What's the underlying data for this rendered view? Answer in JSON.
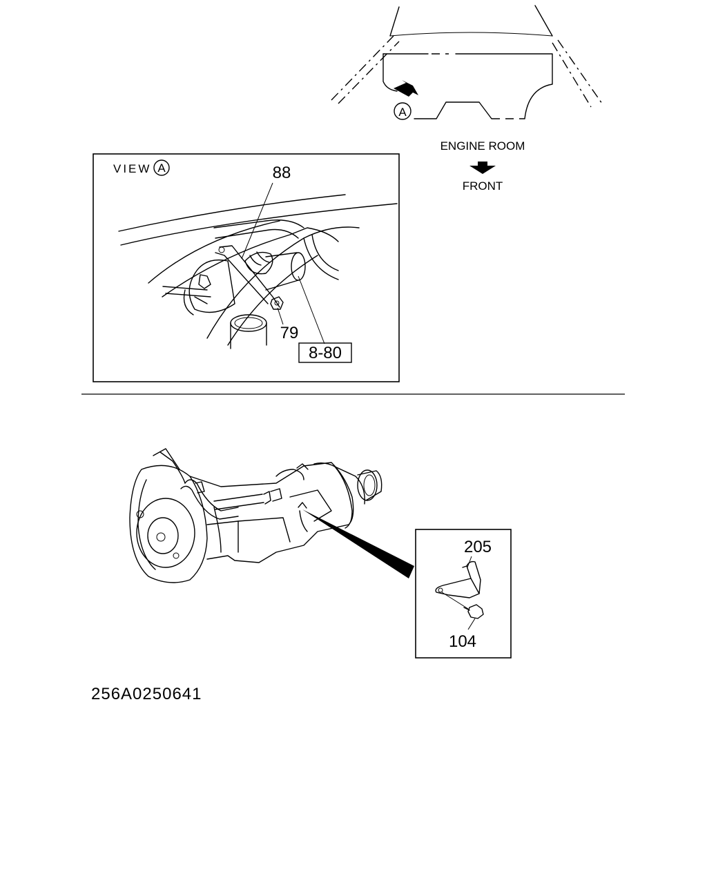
{
  "vehicle_view": {
    "view_marker": "A",
    "engine_room_label": "ENGINE ROOM",
    "front_label": "FRONT"
  },
  "detail_view_a": {
    "title_prefix": "VIEW",
    "title_marker": "A",
    "callouts": {
      "part_88": "88",
      "part_79": "79",
      "ref_8_80": "8-80"
    }
  },
  "transmission_view": {
    "callouts": {
      "part_205": "205",
      "part_104": "104"
    }
  },
  "diagram_code": "256A0250641"
}
